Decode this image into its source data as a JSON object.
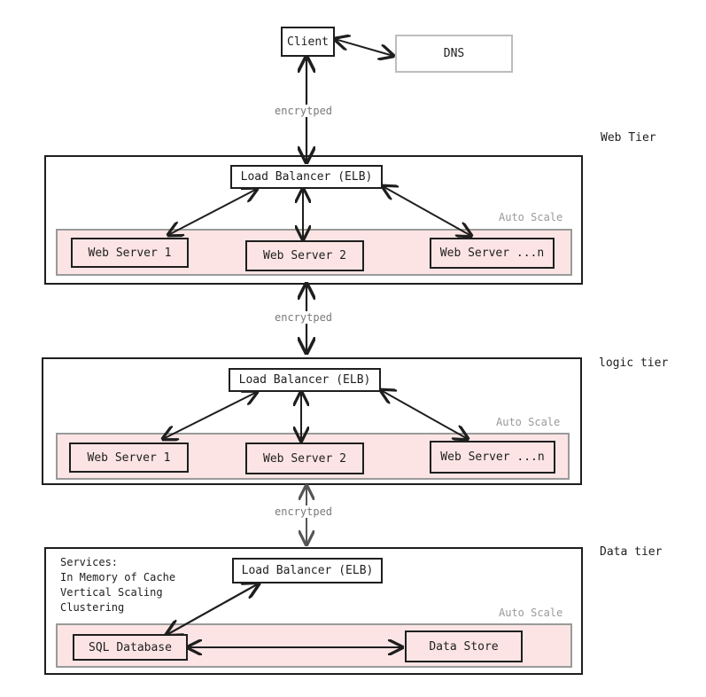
{
  "client": "Client",
  "dns": "DNS",
  "web_tier": {
    "label": "Web Tier",
    "load_balancer": "Load Balancer (ELB)",
    "auto_scale": "Auto Scale",
    "servers": [
      "Web Server 1",
      "Web Server 2",
      "Web Server ...n"
    ]
  },
  "logic_tier": {
    "label": "logic tier",
    "load_balancer": "Load Balancer (ELB)",
    "auto_scale": "Auto Scale",
    "servers": [
      "Web Server 1",
      "Web Server 2",
      "Web Server ...n"
    ]
  },
  "data_tier": {
    "label": "Data tier",
    "load_balancer": "Load Balancer (ELB)",
    "auto_scale": "Auto Scale",
    "services": [
      "Services:",
      "In Memory of Cache",
      "Vertical Scaling",
      "Clustering"
    ],
    "database": "SQL Database",
    "data_store": "Data Store"
  },
  "connectors": [
    "encrytped",
    "encrytped",
    "encrytped"
  ],
  "colors": {
    "stroke": "#1e1e1e",
    "pool_fill": "#fce4e4",
    "muted_text": "#9a9a9a"
  }
}
